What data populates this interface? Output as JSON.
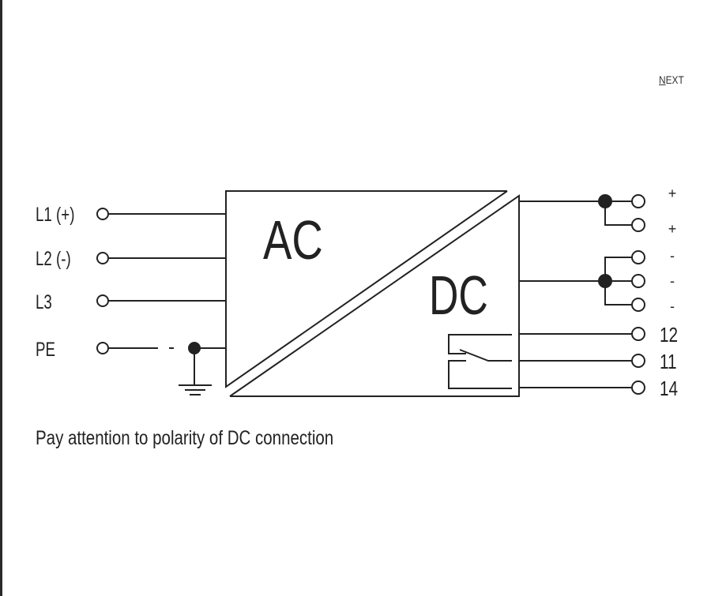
{
  "nav": {
    "next_first": "N",
    "next_rest": "EXT"
  },
  "diagram": {
    "block_top_label": "AC",
    "block_bottom_label": "DC",
    "inputs": [
      {
        "label": "L1 (+)"
      },
      {
        "label": "L2 (-)"
      },
      {
        "label": "L3"
      },
      {
        "label": "PE"
      }
    ],
    "outputs": [
      {
        "label": "+"
      },
      {
        "label": "+"
      },
      {
        "label": "-"
      },
      {
        "label": "-"
      },
      {
        "label": "-"
      },
      {
        "label": "12"
      },
      {
        "label": "11"
      },
      {
        "label": "14"
      }
    ]
  },
  "caption": "Pay attention to polarity of DC connection"
}
